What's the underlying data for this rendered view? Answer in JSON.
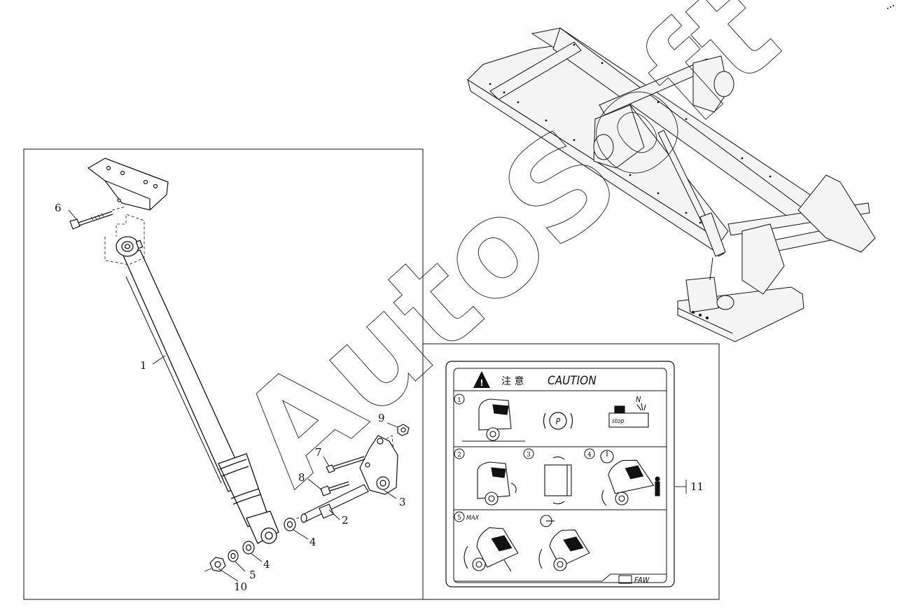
{
  "watermark": "AutoSoft",
  "callouts": [
    "1",
    "2",
    "3",
    "4",
    "4",
    "5",
    "6",
    "7",
    "8",
    "9",
    "10",
    "11"
  ],
  "caption_label": {
    "heading_cn": "注  意",
    "heading_en": "CAUTION",
    "step_numbers": [
      "1",
      "2",
      "3",
      "4",
      "5"
    ],
    "max_label": "MAX",
    "neutral_label": "N",
    "stop_label": "stop",
    "park_label": "P",
    "brand": "FAW"
  },
  "colors": {
    "line": "#111111",
    "background": "#ffffff",
    "frame_fill": "#f4f4f4"
  }
}
